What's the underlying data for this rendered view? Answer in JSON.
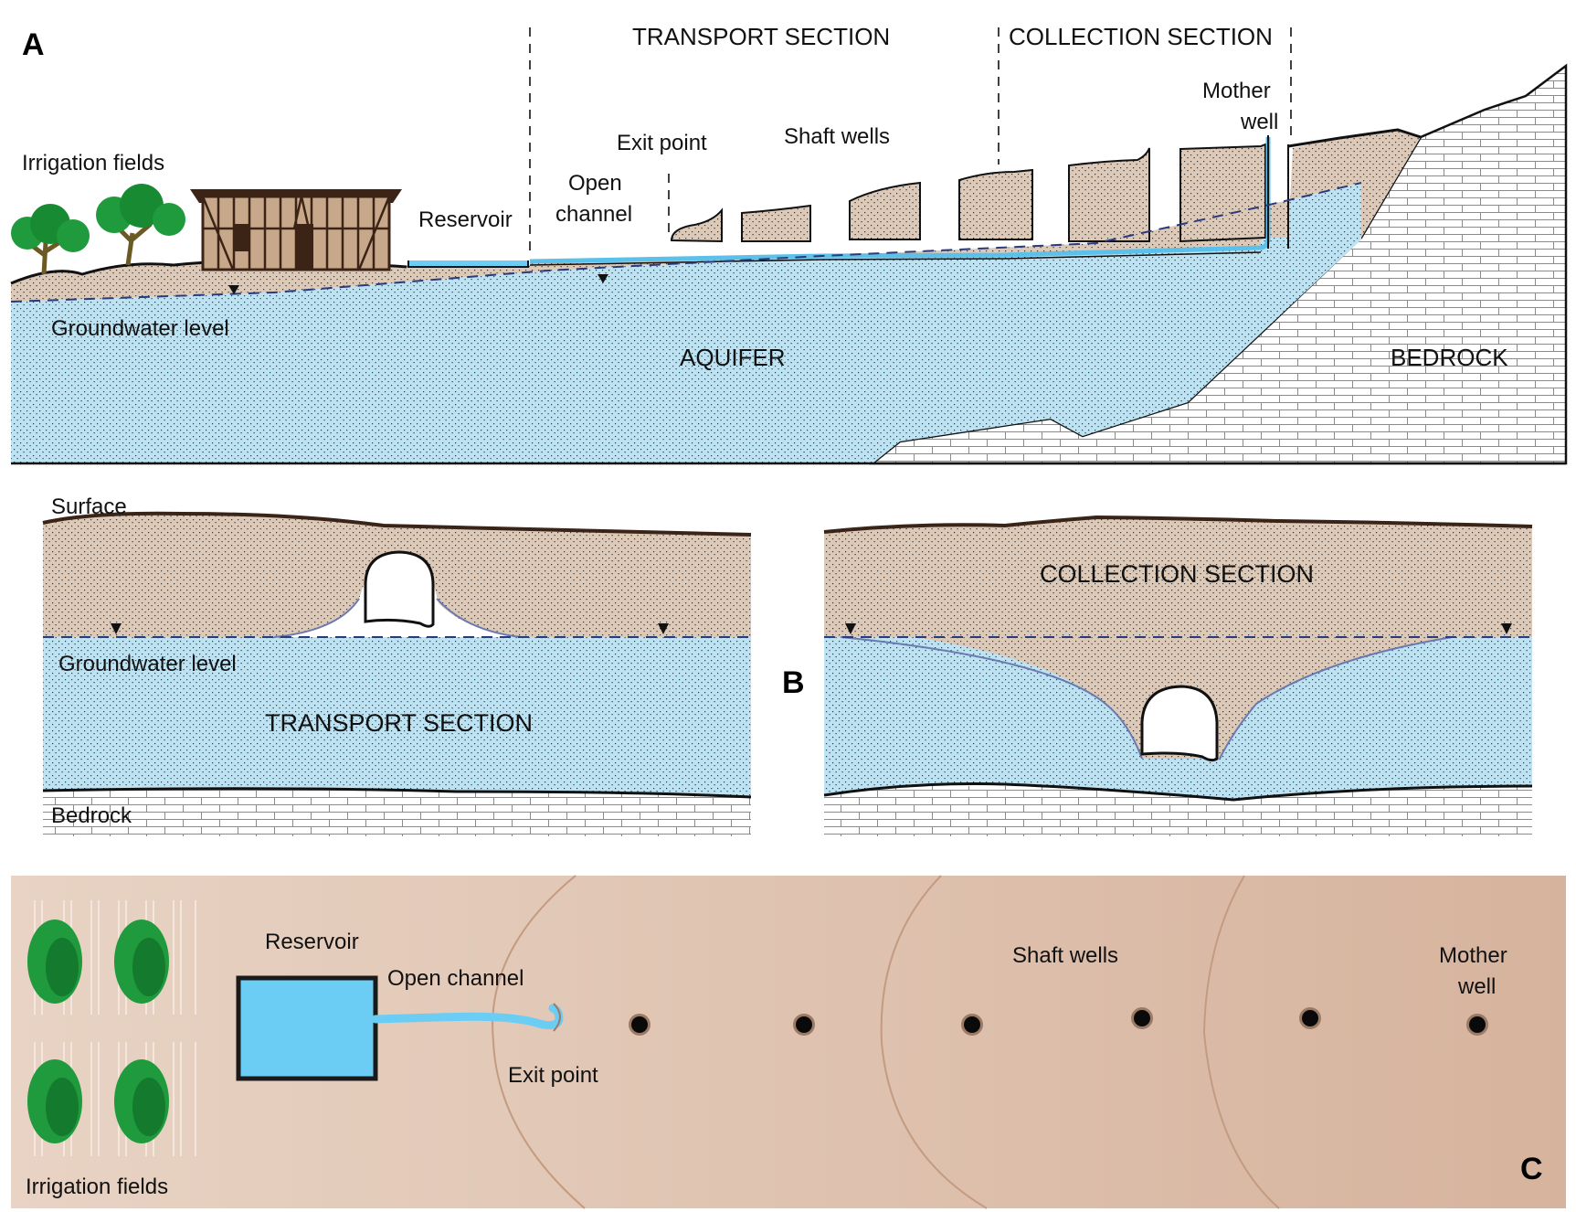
{
  "colors": {
    "soil": "#dcc9b8",
    "soil_dark": "#c9b09a",
    "aquifer": "#bde3f3",
    "water": "#5bc0ea",
    "reservoir_plan": "#6ccdf4",
    "bedrock": "#ffffff",
    "bedrock_lines": "#888888",
    "surface_line": "#3a2418",
    "groundwater_dash": "#2b3a7a",
    "house": "#c8a88a",
    "house_frame": "#3b2416",
    "tree_green": "#1f9a3c",
    "plan_bg_light": "#e6cfbf",
    "plan_bg_dark": "#d6b39c",
    "well_hole": "#0a0a0a",
    "well_rim": "#8e6e5c"
  },
  "panel_a": {
    "letter": "A",
    "labels": {
      "irrigation_fields": "Irrigation fields",
      "reservoir": "Reservoir",
      "open_channel_line1": "Open",
      "open_channel_line2": "channel",
      "exit_point": "Exit point",
      "shaft_wells": "Shaft wells",
      "mother_well_line1": "Mother",
      "mother_well_line2": "well",
      "transport_section": "TRANSPORT SECTION",
      "collection_section": "COLLECTION SECTION",
      "groundwater_level": "Groundwater level",
      "aquifer": "AQUIFER",
      "bedrock": "BEDROCK"
    },
    "shaft_well_count": 6
  },
  "panel_b": {
    "letter": "B",
    "left": {
      "surface": "Surface",
      "groundwater_level": "Groundwater level",
      "section": "TRANSPORT SECTION",
      "bedrock": "Bedrock"
    },
    "right": {
      "section": "COLLECTION SECTION"
    }
  },
  "panel_c": {
    "letter": "C",
    "labels": {
      "reservoir": "Reservoir",
      "open_channel": "Open channel",
      "exit_point": "Exit point",
      "shaft_wells": "Shaft wells",
      "mother_well_line1": "Mother",
      "mother_well_line2": "well",
      "irrigation_fields": "Irrigation fields"
    },
    "well_count": 6,
    "tree_count": 4
  }
}
